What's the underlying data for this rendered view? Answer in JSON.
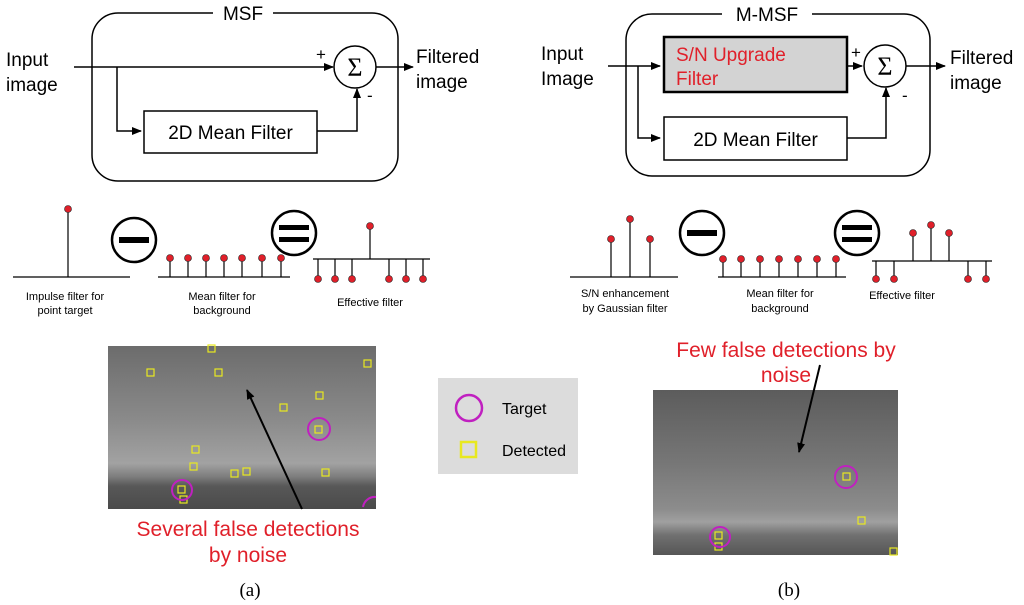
{
  "panel_a": {
    "block_title": "MSF",
    "input_label_1": "Input",
    "input_label_2": "image",
    "output_label_1": "Filtered",
    "output_label_2": "image",
    "mean_filter_label": "2D Mean Filter",
    "sum_symbol": "Σ",
    "plus": "+",
    "minus": "-",
    "stem_caption_1a": "Impulse filter for",
    "stem_caption_1b": "point target",
    "stem_caption_2a": "Mean filter for",
    "stem_caption_2b": "background",
    "stem_caption_3": "Effective filter",
    "annotation_1": "Several false detections",
    "annotation_2": "by noise",
    "caption": "(a)"
  },
  "panel_b": {
    "block_title": "M-MSF",
    "input_label_1": "Input",
    "input_label_2": "Image",
    "output_label_1": "Filtered",
    "output_label_2": "image",
    "upgrade_filter_1": "S/N Upgrade",
    "upgrade_filter_2": "Filter",
    "mean_filter_label": "2D Mean Filter",
    "sum_symbol": "Σ",
    "plus": "+",
    "minus": "-",
    "stem_caption_1a": "S/N enhancement",
    "stem_caption_1b": "by Gaussian filter",
    "stem_caption_2a": "Mean filter for",
    "stem_caption_2b": "background",
    "stem_caption_3": "Effective filter",
    "annotation_1": "Few false detections by",
    "annotation_2": "noise",
    "caption": "(b)"
  },
  "legend": {
    "target_label": "Target",
    "detected_label": "Detected"
  },
  "colors": {
    "annotation": "#e0202a",
    "target": "#c020c0",
    "detected": "#e8e820",
    "stem_marker": "#e0202a",
    "upgrade_box": "#d3d3d3"
  }
}
